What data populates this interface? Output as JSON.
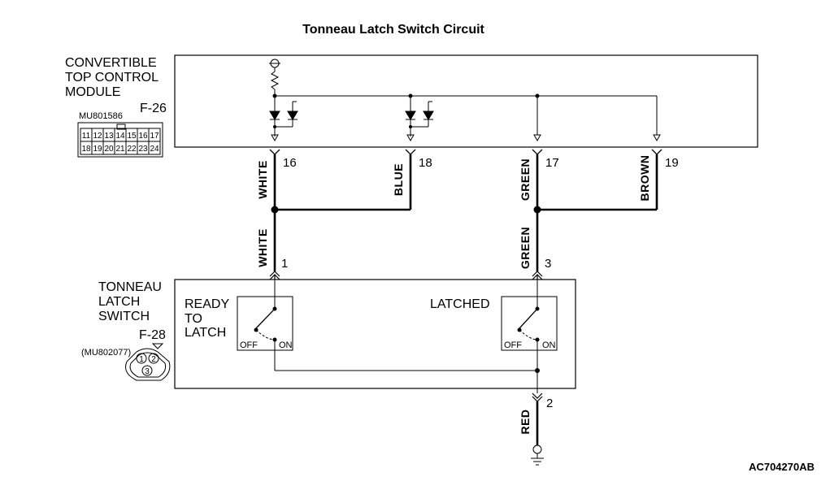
{
  "title": "Tonneau Latch Switch Circuit",
  "module": {
    "label_lines": [
      "CONVERTIBLE",
      "TOP CONTROL",
      "MODULE"
    ],
    "part_number": "MU801586",
    "connector_id": "F-26",
    "connector_pins_top": [
      "11",
      "12",
      "13",
      "14",
      "15",
      "16",
      "17"
    ],
    "connector_pins_bottom": [
      "18",
      "19",
      "20",
      "21",
      "22",
      "23",
      "24"
    ]
  },
  "switch": {
    "label_lines": [
      "TONNEAU",
      "LATCH",
      "SWITCH"
    ],
    "part_number": "(MU802077)",
    "connector_id": "F-28",
    "connector_pins": [
      "1",
      "2",
      "3"
    ],
    "ready_label_lines": [
      "READY",
      "TO",
      "LATCH"
    ],
    "latched_label": "LATCHED",
    "off_label": "OFF",
    "on_label": "ON"
  },
  "module_pins": [
    {
      "pin": "16",
      "wire_color": "WHITE"
    },
    {
      "pin": "18",
      "wire_color": "BLUE"
    },
    {
      "pin": "17",
      "wire_color": "GREEN"
    },
    {
      "pin": "19",
      "wire_color": "BROWN"
    }
  ],
  "switch_pins": [
    {
      "pin": "1",
      "wire_color": "WHITE"
    },
    {
      "pin": "3",
      "wire_color": "GREEN"
    },
    {
      "pin": "2",
      "wire_color": "RED"
    }
  ],
  "reference_code": "AC704270AB"
}
